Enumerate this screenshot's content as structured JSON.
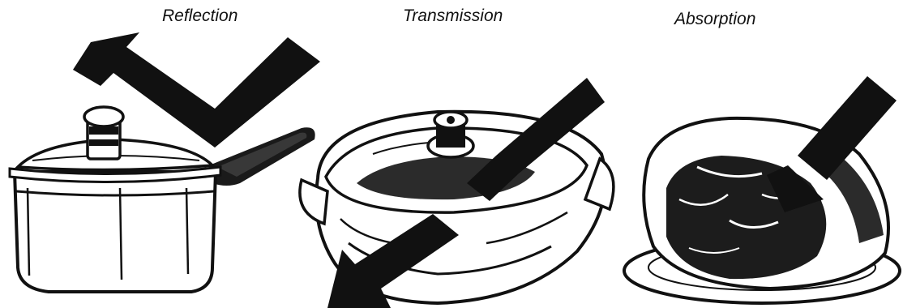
{
  "panels": [
    {
      "caption": "Reflection",
      "object": "covered saucepan with handle",
      "arrow": "bounces off the lid"
    },
    {
      "caption": "Transmission",
      "object": "lidded glass casserole",
      "arrow": "passes through the dish"
    },
    {
      "caption": "Absorption",
      "object": "roast on a plate",
      "arrow": "absorbed by the food"
    }
  ],
  "colors": {
    "ink": "#111111",
    "paper": "#ffffff",
    "shade": "#2b2b2b"
  },
  "icons": [
    "saucepan-icon",
    "casserole-icon",
    "roast-icon",
    "reflection-arrow-icon",
    "transmission-arrow-icon",
    "absorption-arrow-icon"
  ]
}
